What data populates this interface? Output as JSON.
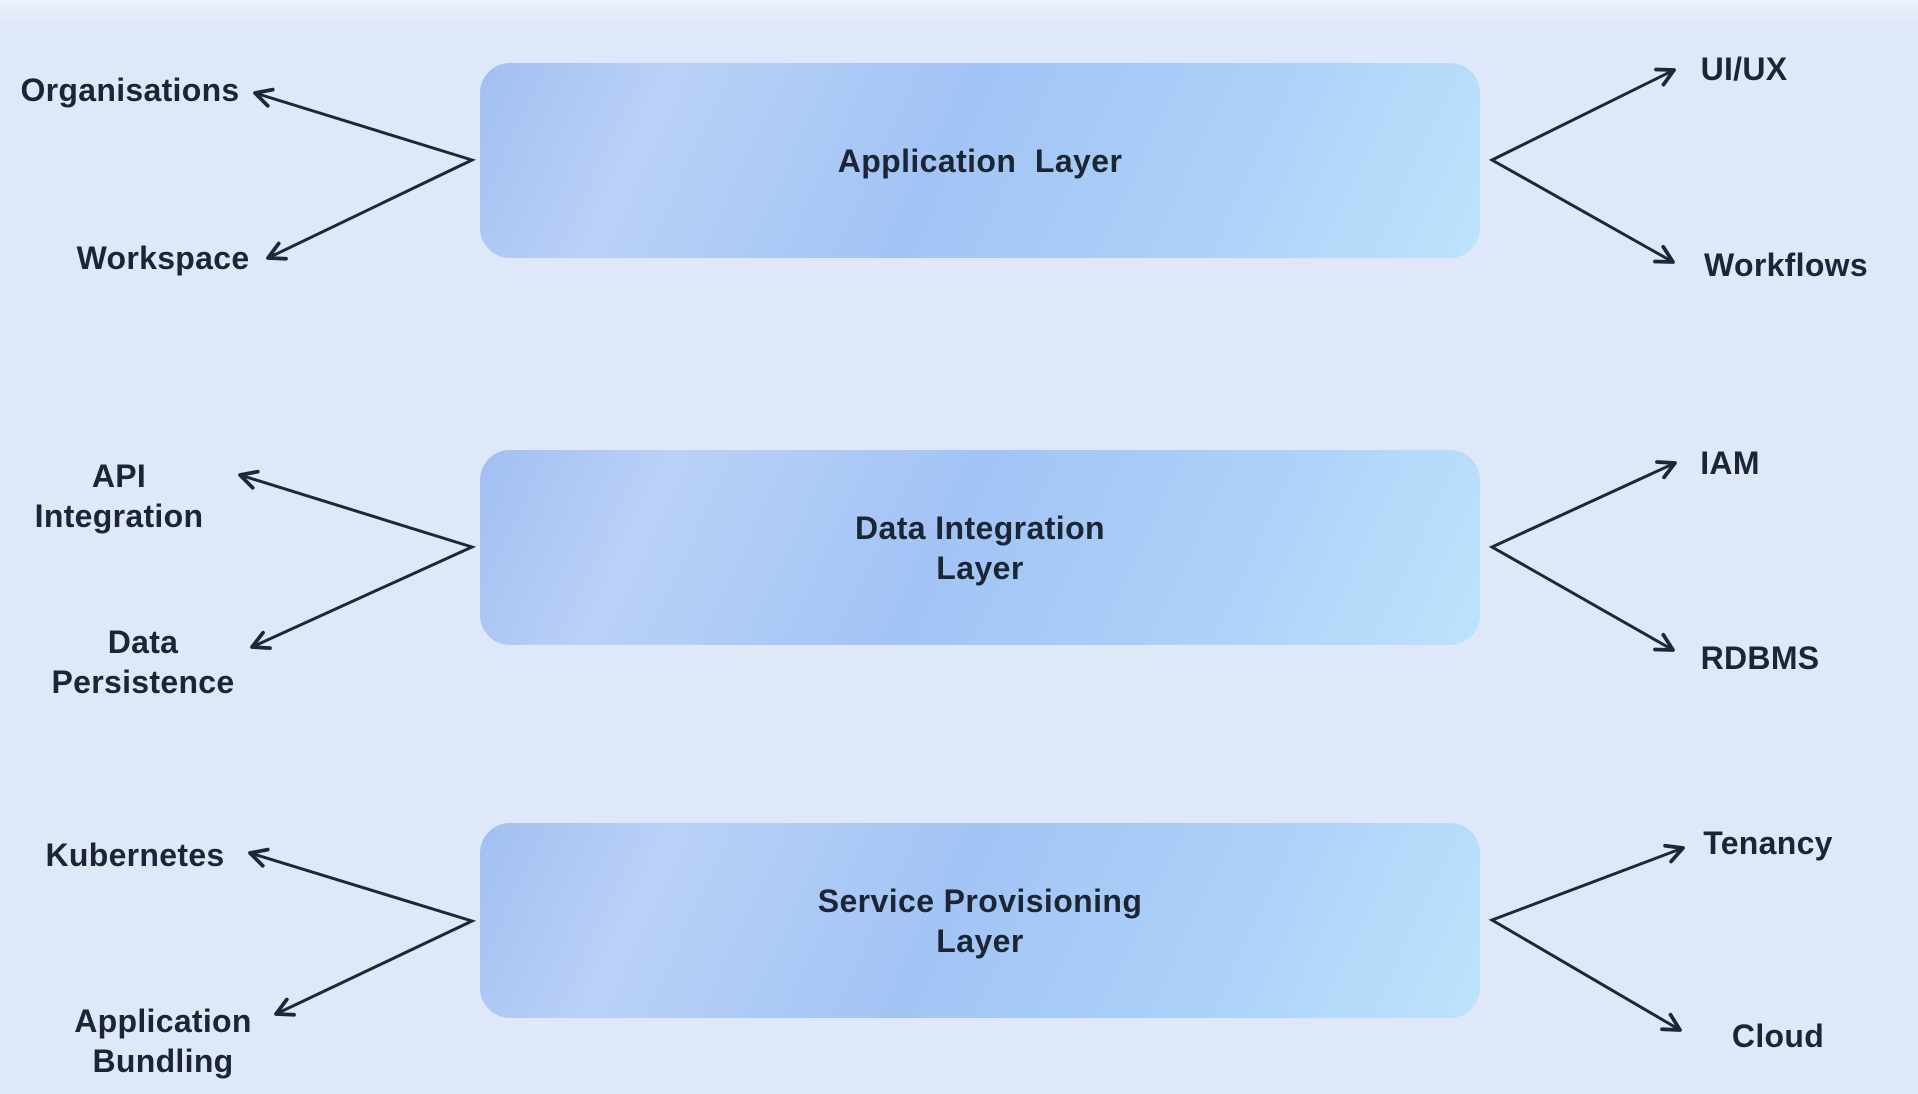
{
  "canvas": {
    "background_color": "#dfe8f8",
    "box_gradient_start": "#a2bff1",
    "box_gradient_end": "#bee3fc",
    "text_color": "#1b2534",
    "arrow_color": "#1e2833"
  },
  "layers": [
    {
      "id": "application",
      "title": "Application  Layer",
      "left_labels": [
        "Organisations",
        "Workspace"
      ],
      "right_labels": [
        "UI/UX",
        "Workflows"
      ]
    },
    {
      "id": "data-integration",
      "title": "Data Integration\nLayer",
      "left_labels": [
        "API\nIntegration",
        "Data\nPersistence"
      ],
      "right_labels": [
        "IAM",
        "RDBMS"
      ]
    },
    {
      "id": "service-provisioning",
      "title": "Service Provisioning\nLayer",
      "left_labels": [
        "Kubernetes",
        "Application\nBundling"
      ],
      "right_labels": [
        "Tenancy",
        "Cloud"
      ]
    }
  ]
}
